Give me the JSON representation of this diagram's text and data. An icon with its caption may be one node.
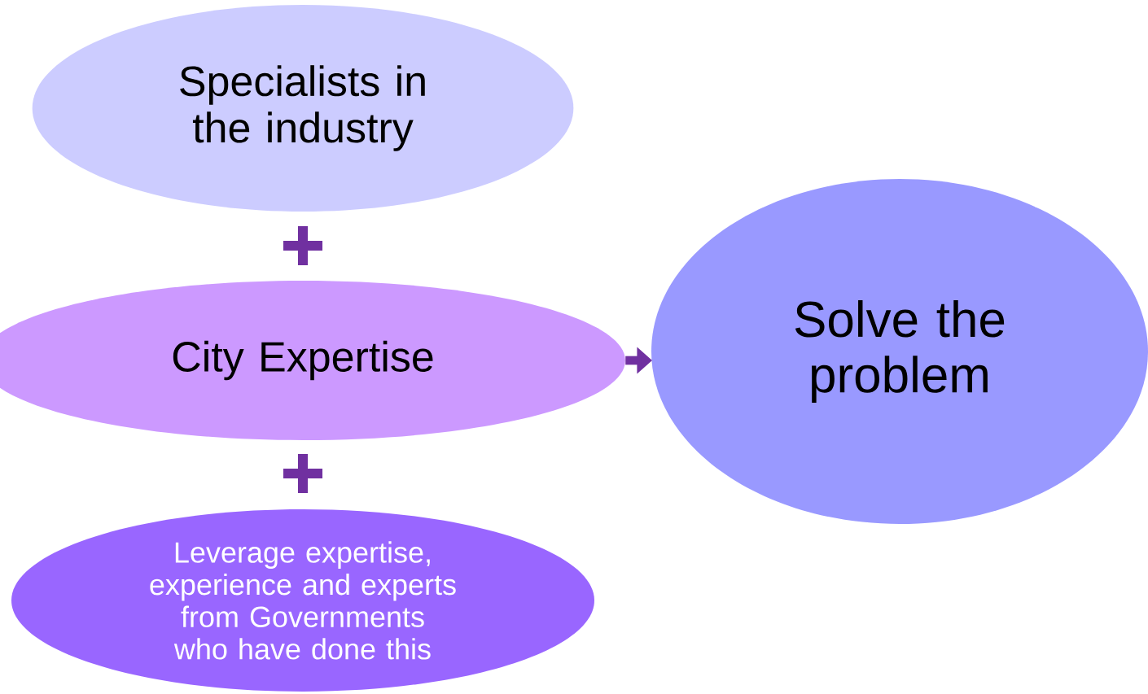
{
  "diagram": {
    "nodes": [
      {
        "text": [
          "Specialists in the industry"
        ]
      },
      {
        "text": [
          "City Expertise"
        ]
      },
      {
        "text": [
          "Leverage expertise, experience and experts from Governments who have done this"
        ]
      },
      {
        "text": [
          "Solve the problem"
        ]
      }
    ],
    "edges": [
      {
        "from": 1,
        "to": 3,
        "arrow": "to"
      }
    ]
  }
}
